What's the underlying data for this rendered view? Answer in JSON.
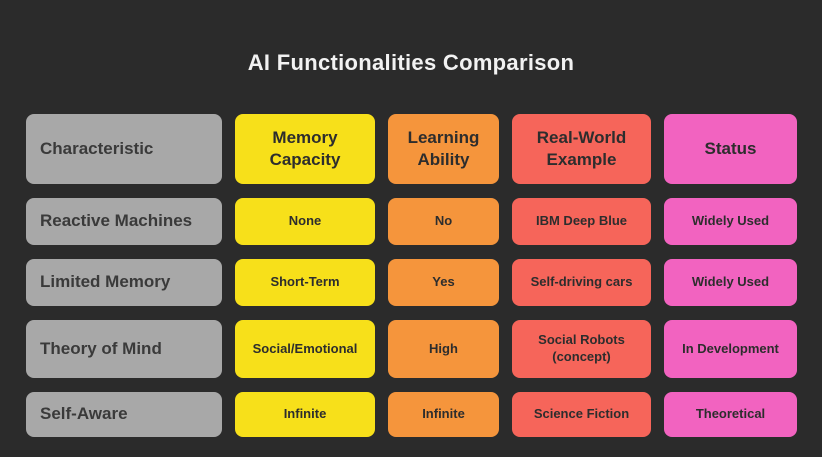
{
  "title": "AI Functionalities Comparison",
  "table": {
    "header": [
      "Characteristic",
      "Memory Capacity",
      "Learning Ability",
      "Real-World Example",
      "Status"
    ],
    "rows": [
      [
        "Reactive Machines",
        "None",
        "No",
        "IBM Deep Blue",
        "Widely Used"
      ],
      [
        "Limited Memory",
        "Short-Term",
        "Yes",
        "Self-driving cars",
        "Widely Used"
      ],
      [
        "Theory of Mind",
        "Social/Emotional",
        "High",
        "Social Robots (concept)",
        "In Development"
      ],
      [
        "Self-Aware",
        "Infinite",
        "Infinite",
        "Science Fiction",
        "Theoretical"
      ]
    ]
  },
  "colors": {
    "background": "#2B2B2B",
    "title_text": "#F2F2F2",
    "characteristic_column": "#A8A8A8",
    "memory_capacity_column": "#F7E01A",
    "learning_ability_column": "#F5953C",
    "real_world_example_column": "#F6655A",
    "status_column": "#F263C0",
    "cell_text": "#2D2D2D"
  }
}
